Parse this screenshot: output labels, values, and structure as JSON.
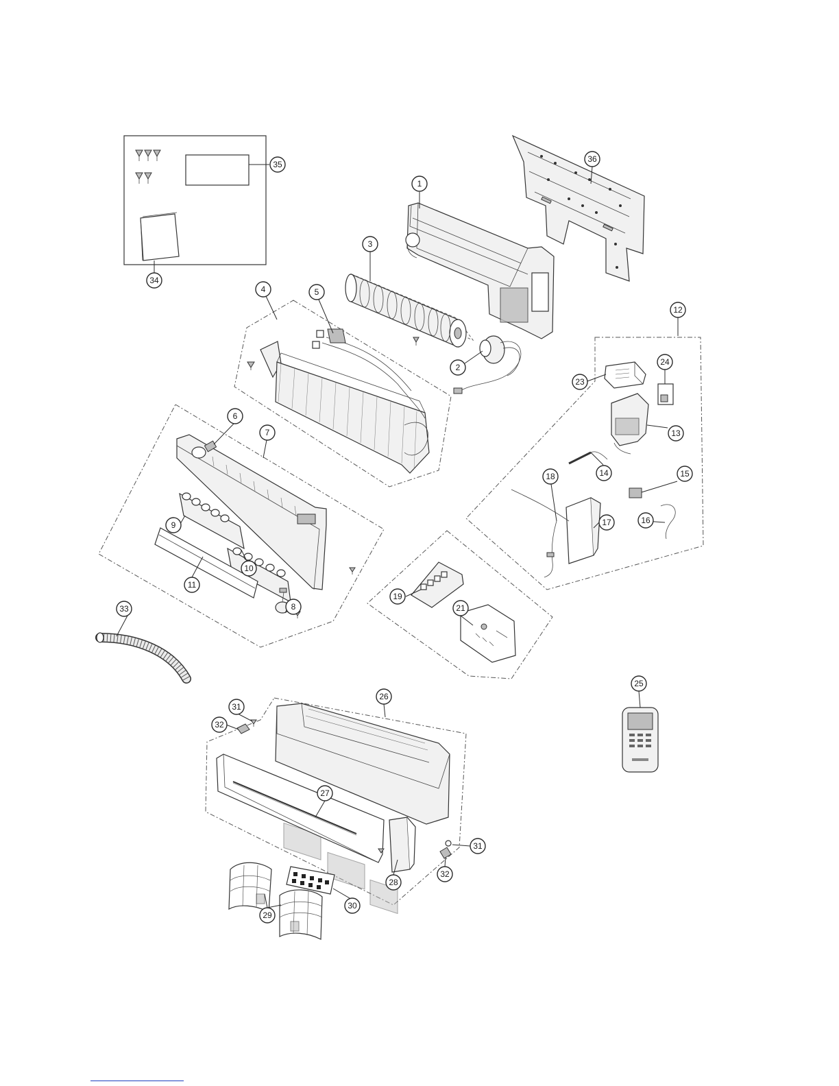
{
  "diagram": {
    "balloons": [
      {
        "id": "1",
        "label": "1"
      },
      {
        "id": "2",
        "label": "2"
      },
      {
        "id": "3",
        "label": "3"
      },
      {
        "id": "4",
        "label": "4"
      },
      {
        "id": "5",
        "label": "5"
      },
      {
        "id": "6",
        "label": "6"
      },
      {
        "id": "7",
        "label": "7"
      },
      {
        "id": "8",
        "label": "8"
      },
      {
        "id": "9",
        "label": "9"
      },
      {
        "id": "10",
        "label": "10"
      },
      {
        "id": "11",
        "label": "11"
      },
      {
        "id": "12",
        "label": "12"
      },
      {
        "id": "13",
        "label": "13"
      },
      {
        "id": "14",
        "label": "14"
      },
      {
        "id": "15",
        "label": "15"
      },
      {
        "id": "16",
        "label": "16"
      },
      {
        "id": "17",
        "label": "17"
      },
      {
        "id": "18",
        "label": "18"
      },
      {
        "id": "19",
        "label": "19"
      },
      {
        "id": "21",
        "label": "21"
      },
      {
        "id": "23",
        "label": "23"
      },
      {
        "id": "24",
        "label": "24"
      },
      {
        "id": "25",
        "label": "25"
      },
      {
        "id": "26",
        "label": "26"
      },
      {
        "id": "27",
        "label": "27"
      },
      {
        "id": "28",
        "label": "28"
      },
      {
        "id": "29",
        "label": "29"
      },
      {
        "id": "30",
        "label": "30"
      },
      {
        "id": "31a",
        "label": "31"
      },
      {
        "id": "31b",
        "label": "31"
      },
      {
        "id": "32a",
        "label": "32"
      },
      {
        "id": "32b",
        "label": "32"
      },
      {
        "id": "33",
        "label": "33"
      },
      {
        "id": "34",
        "label": "34"
      },
      {
        "id": "35",
        "label": "35"
      },
      {
        "id": "36",
        "label": "36"
      }
    ]
  }
}
